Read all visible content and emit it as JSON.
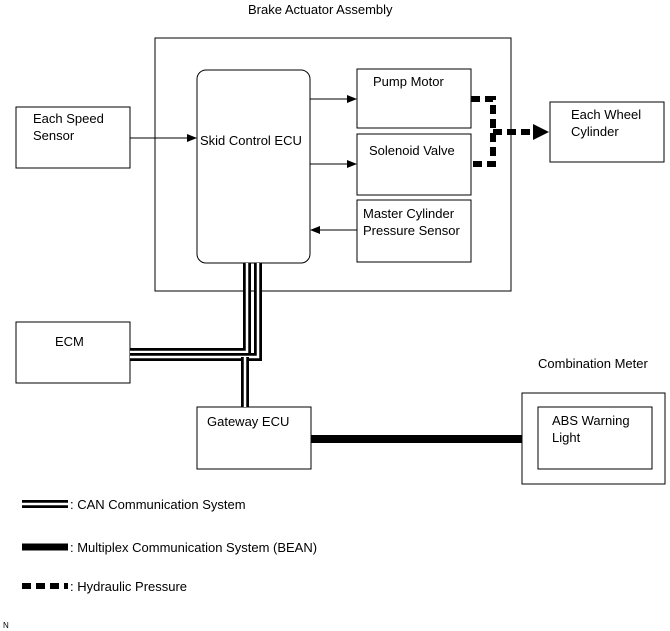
{
  "diagram": {
    "assembly_title": "Brake Actuator Assembly",
    "speed_sensor": [
      "Each Speed",
      "Sensor"
    ],
    "skid_ecu": "Skid Control ECU",
    "pump_motor": "Pump Motor",
    "solenoid_valve": "Solenoid Valve",
    "master_cyl": [
      "Master Cylinder",
      "Pressure Sensor"
    ],
    "wheel_cyl": [
      "Each Wheel",
      "Cylinder"
    ],
    "ecm": "ECM",
    "gateway": "Gateway ECU",
    "combo_title": "Combination Meter",
    "abs_light": [
      "ABS Warning",
      "Light"
    ]
  },
  "legend": {
    "can": ": CAN Communication System",
    "bean": ": Multiplex Communication System (BEAN)",
    "hydraulic": ": Hydraulic Pressure"
  },
  "corner_mark": "N"
}
